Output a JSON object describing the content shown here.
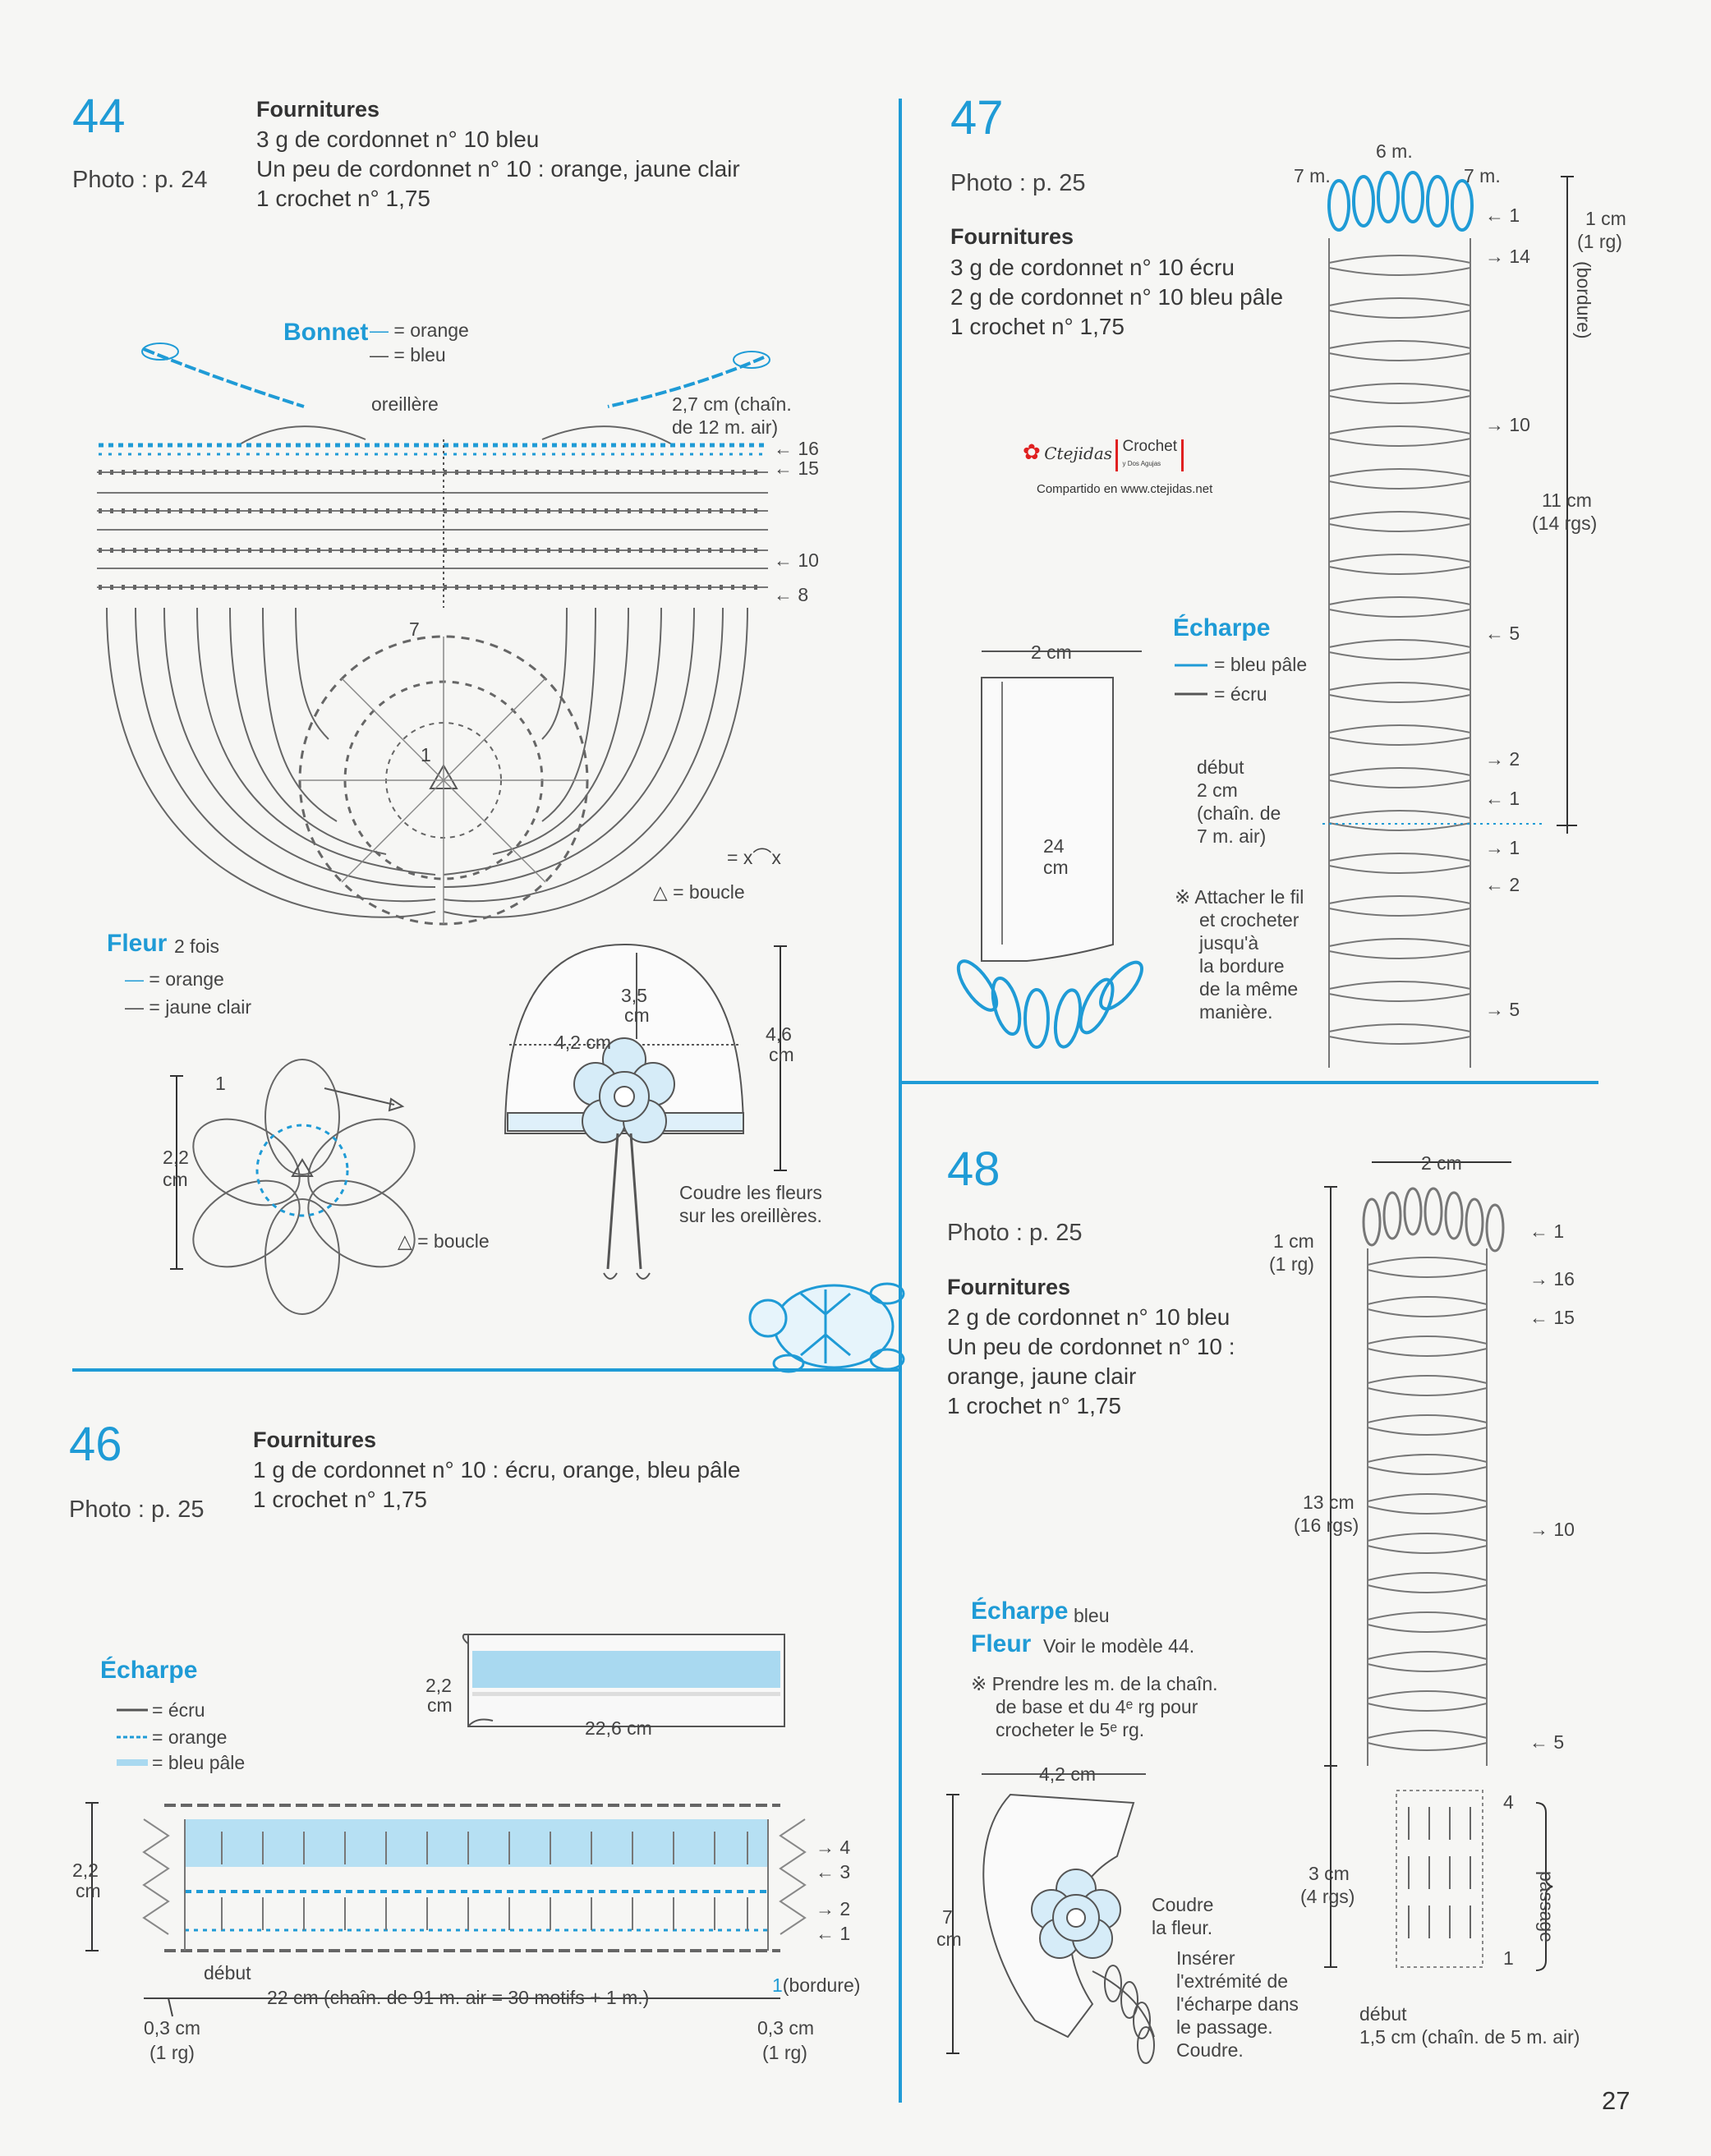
{
  "page_number": "27",
  "watermark": {
    "brand": "Ctejidas",
    "box_title": "Crochet",
    "box_sub": "y Dos Agujas",
    "shared": "Compartido en www.ctejidas.net"
  },
  "models": {
    "m44": {
      "number": "44",
      "photo": "Photo : p. 24",
      "fournitures_title": "Fournitures",
      "fournitures": [
        "3 g de cordonnet n° 10 bleu",
        "Un peu de cordonnet n° 10 : orange, jaune clair",
        "1 crochet n° 1,75"
      ],
      "bonnet": {
        "title": "Bonnet",
        "legend": [
          "= orange",
          "= bleu"
        ],
        "oreillere": "oreillère",
        "chain_note": [
          "2,7 cm (chaîn.",
          "de 12 m. air)"
        ],
        "rows": [
          "16",
          "15",
          "10",
          "8",
          "7",
          "1"
        ]
      },
      "symbols": {
        "join": "= x⌒x",
        "boucle": "= boucle"
      },
      "fleur": {
        "title": "Fleur",
        "times": "2 fois",
        "legend": [
          "= orange",
          "= jaune clair"
        ],
        "height_val": "2,2",
        "height_unit": "cm",
        "row": "1",
        "boucle": "= boucle"
      },
      "hat": {
        "h1_val": "3,5",
        "h1_unit": "cm",
        "w_label": "4,2 cm",
        "h2_val": "4,6",
        "h2_unit": "cm",
        "note": [
          "Coudre les fleurs",
          "sur les oreillères."
        ]
      }
    },
    "m46": {
      "number": "46",
      "photo": "Photo : p. 25",
      "fournitures_title": "Fournitures",
      "fournitures": [
        "1 g de cordonnet n° 10 : écru, orange, bleu pâle",
        "1 crochet n° 1,75"
      ],
      "echarpe": {
        "title": "Écharpe",
        "legend": [
          "= écru",
          "= orange",
          "= bleu pâle"
        ],
        "schema_h_val": "2,2",
        "schema_h_unit": "cm",
        "schema_w": "22,6 cm",
        "chart_h_val": "2,2",
        "chart_h_unit": "cm",
        "debut": "début",
        "width_note": "22 cm (chaîn. de 91 m. air = 30 motifs + 1 m.)",
        "left_edge": [
          "0,3 cm",
          "(1 rg)"
        ],
        "right_edge": [
          "0,3 cm",
          "(1 rg)"
        ],
        "bordure": "(bordure)",
        "rows": [
          "4",
          "3",
          "2",
          "1",
          "1"
        ]
      }
    },
    "m47": {
      "number": "47",
      "photo": "Photo : p. 25",
      "fournitures_title": "Fournitures",
      "fournitures": [
        "3 g de cordonnet n° 10 écru",
        "2 g de cordonnet n° 10 bleu pâle",
        "1 crochet n° 1,75"
      ],
      "echarpe": {
        "title": "Écharpe",
        "legend": [
          "= bleu pâle",
          "= écru"
        ],
        "w_label": "2 cm",
        "h_val": "24",
        "h_unit": "cm"
      },
      "debut": [
        "début",
        "2 cm",
        "(chaîn. de",
        "7 m. air)"
      ],
      "note": [
        "※ Attacher le fil",
        "et crocheter",
        "jusqu'à",
        "la bordure",
        "de la même",
        "manière."
      ],
      "top": {
        "mid": "6 m.",
        "left": "7 m.",
        "right": "7 m."
      },
      "dims": {
        "border_a": "1 cm",
        "border_b": "(1 rg)",
        "border_word": "(bordure)",
        "body_a": "11 cm",
        "body_b": "(14 rgs)"
      },
      "rows_upper": [
        "1",
        "14",
        "10",
        "5",
        "2",
        "1"
      ],
      "rows_lower": [
        "1",
        "2",
        "5"
      ]
    },
    "m48": {
      "number": "48",
      "photo": "Photo : p. 25",
      "fournitures_title": "Fournitures",
      "fournitures": [
        "2 g de cordonnet n° 10 bleu",
        "Un peu de cordonnet n° 10 :",
        "orange, jaune clair",
        "1 crochet n° 1,75"
      ],
      "echarpe": {
        "title": "Écharpe",
        "color": "bleu",
        "fleur_title": "Fleur",
        "fleur_note": "Voir le modèle 44.",
        "note": [
          "※ Prendre les m. de la chaîn.",
          "de base et du 4ᵉ rg pour",
          "crocheter le 5ᵉ rg."
        ]
      },
      "scarf": {
        "w_label": "4,2 cm",
        "h_val": "7",
        "h_unit": "cm",
        "coudre": [
          "Coudre",
          "la fleur."
        ],
        "inserer": [
          "Insérer",
          "l'extrémité de",
          "l'écharpe dans",
          "le passage.",
          "Coudre."
        ]
      },
      "top_w": "2 cm",
      "dims": {
        "border_a": "1 cm",
        "border_b": "(1 rg)",
        "body_a": "13 cm",
        "body_b": "(16 rgs)",
        "pass_a": "3 cm",
        "pass_b": "(4 rgs)",
        "passage": "passage"
      },
      "debut": [
        "début",
        "1,5 cm (chaîn. de 5 m. air)"
      ],
      "rows": [
        "1",
        "16",
        "15",
        "10",
        "5",
        "4",
        "1"
      ]
    }
  },
  "colors": {
    "blue": "#1f9bd6",
    "light_blue": "#a9d9f0",
    "ink": "#555555"
  }
}
